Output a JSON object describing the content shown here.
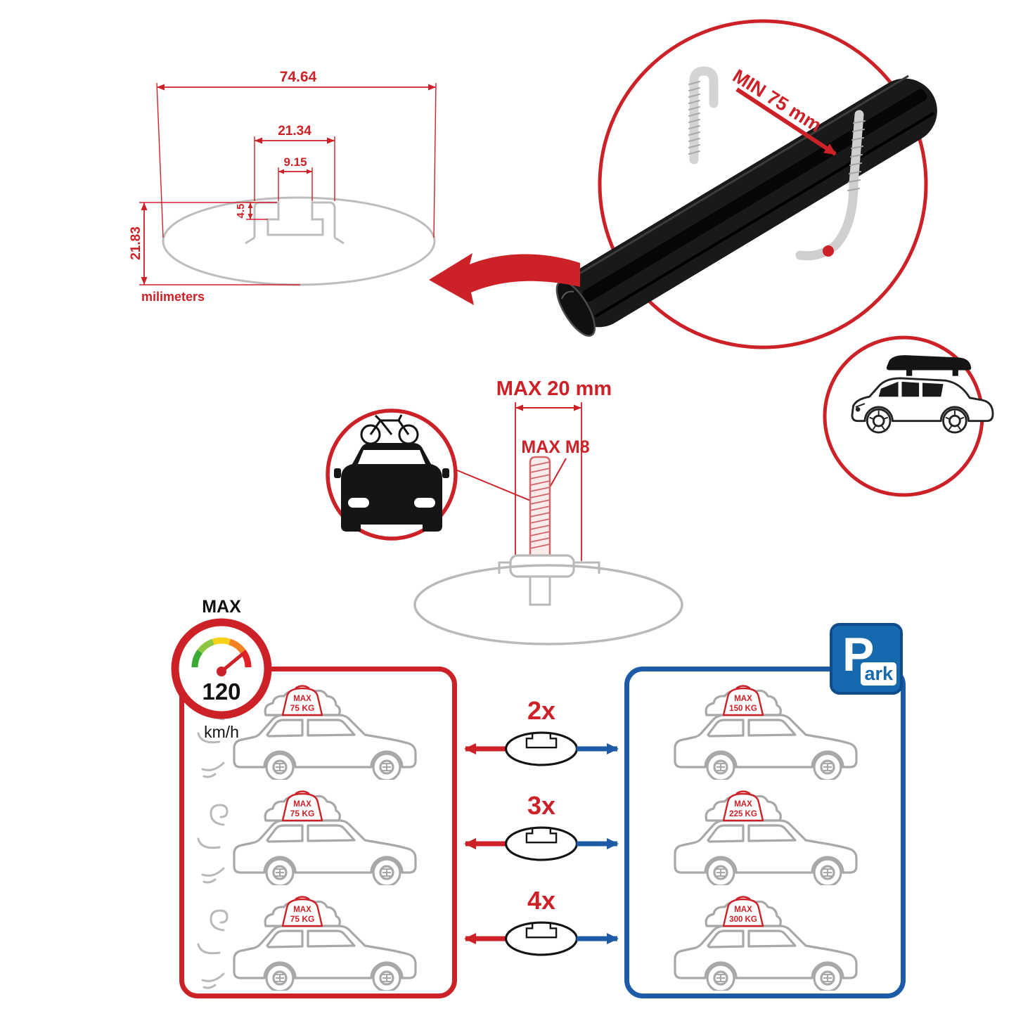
{
  "colors": {
    "red": "#cd2128",
    "blue": "#1d5ba6",
    "gray": "#b9b9b9",
    "dark": "#191919"
  },
  "profile_dimensions": {
    "total_width": "74.64",
    "channel_width": "21.34",
    "slot_width": "9.15",
    "lip_depth": "4.5",
    "total_height": "21.83",
    "units_label": "milimeters"
  },
  "clamp_note": {
    "min_grip": "MIN 75 mm"
  },
  "bolt_note": {
    "max_protrusion": "MAX 20 mm",
    "max_thread": "MAX M8"
  },
  "speed_limit": {
    "label": "MAX",
    "value": "120",
    "unit": "km/h"
  },
  "driving_panel": {
    "cars": [
      {
        "load_line1": "MAX",
        "load_line2": "75 KG"
      },
      {
        "load_line1": "MAX",
        "load_line2": "75 KG"
      },
      {
        "load_line1": "MAX",
        "load_line2": "75 KG"
      }
    ]
  },
  "bar_count_rows": [
    {
      "count": "2x"
    },
    {
      "count": "3x"
    },
    {
      "count": "4x"
    }
  ],
  "parking_panel": {
    "cars": [
      {
        "load_line1": "MAX",
        "load_line2": "150 KG"
      },
      {
        "load_line1": "MAX",
        "load_line2": "225 KG"
      },
      {
        "load_line1": "MAX",
        "load_line2": "300 KG"
      }
    ],
    "sign": {
      "letter": "P",
      "rest": "ark"
    }
  }
}
